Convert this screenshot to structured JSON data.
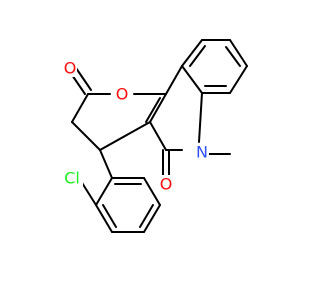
{
  "molecule": {
    "atoms": {
      "carbonyl_o_lactone": {
        "label": "O",
        "color": "#ff0d0d"
      },
      "ring_o": {
        "label": "O",
        "color": "#ff0d0d"
      },
      "ring_n": {
        "label": "N",
        "color": "#3050f8"
      },
      "carbonyl_o_amide": {
        "label": "O",
        "color": "#ff0d0d"
      },
      "chlorine": {
        "label": "Cl",
        "color": "#1ff01f"
      }
    },
    "bond_color": "#000000"
  }
}
